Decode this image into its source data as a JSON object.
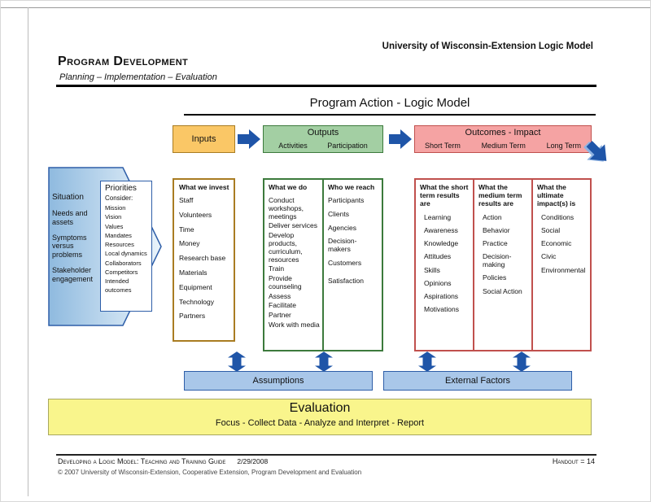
{
  "page": {
    "watermark": "University of Wisconsin-Extension Logic Model",
    "title": "Program Development",
    "subtitle": "Planning – Implementation – Evaluation",
    "diagram_title": "Program Action - Logic Model"
  },
  "headers": {
    "inputs": {
      "label": "Inputs"
    },
    "outputs": {
      "label": "Outputs",
      "sub": [
        "Activities",
        "Participation"
      ]
    },
    "outcomes": {
      "label": "Outcomes - Impact",
      "sub": [
        "Short Term",
        "Medium Term",
        "Long Term"
      ]
    }
  },
  "situation": {
    "title": "Situation",
    "items": [
      "Needs and assets",
      "Symptoms versus problems",
      "Stakeholder engagement"
    ]
  },
  "priorities": {
    "title": "Priorities",
    "lead": "Consider:",
    "items": [
      "Mission",
      "Vision",
      "Values",
      "Mandates",
      "Resources",
      "Local dynamics",
      "Collaborators",
      "Competitors",
      "Intended outcomes"
    ]
  },
  "columns": [
    {
      "header": "What we invest",
      "items": [
        "Staff",
        "Volunteers",
        "Time",
        "Money",
        "Research base",
        "Materials",
        "Equipment",
        "Technology",
        "Partners"
      ]
    },
    {
      "header": "What we do",
      "items": [
        "Conduct workshops, meetings",
        "Deliver services",
        "Develop products, curriculum, resources",
        "Train",
        "Provide counseling",
        "Assess",
        "Facilitate",
        "Partner",
        "Work with media"
      ]
    },
    {
      "header": "Who we reach",
      "items": [
        "Participants",
        "Clients",
        "Agencies",
        "Decision-makers",
        "Customers"
      ],
      "footer_item": "Satisfaction"
    },
    {
      "header": "What the short term results are",
      "items": [
        "Learning",
        "Awareness",
        "Knowledge",
        "Attitudes",
        "Skills",
        "Opinions",
        "Aspirations",
        "Motivations"
      ]
    },
    {
      "header": "What the medium term results are",
      "items": [
        "Action",
        "Behavior",
        "Practice",
        "Decision-making",
        "Policies",
        "Social Action"
      ]
    },
    {
      "header": "What the ultimate impact(s) is",
      "items": [
        "Conditions",
        "Social",
        "Economic",
        "Civic",
        "Environmental"
      ]
    }
  ],
  "bottom": {
    "assumptions": "Assumptions",
    "external_factors": "External Factors"
  },
  "evaluation": {
    "title": "Evaluation",
    "subtitle": "Focus - Collect Data - Analyze and Interpret - Report"
  },
  "footer": {
    "left": "Developing a Logic Model: Teaching and Training Guide",
    "date": "2/29/2008",
    "right": "Handout = 14",
    "copyright": "© 2007 University of Wisconsin-Extension, Cooperative Extension, Program Development and Evaluation"
  },
  "colors": {
    "inputs_fill": "#FAC766",
    "inputs_border": "#A97C22",
    "outputs_fill": "#A3CFA3",
    "outputs_border": "#3C7A3C",
    "outcomes_fill": "#F5A3A3",
    "outcomes_border": "#C0504D",
    "arrow_blue": "#1F55A8",
    "arrow_blue_light": "#8FB3E2",
    "panel_blue_fill": "#A9C7E9",
    "panel_blue_border": "#2E5EA8",
    "evaluation_fill": "#F9F58C",
    "situation_fill_start": "#8FBADF",
    "situation_fill_end": "#EAF4FB"
  }
}
